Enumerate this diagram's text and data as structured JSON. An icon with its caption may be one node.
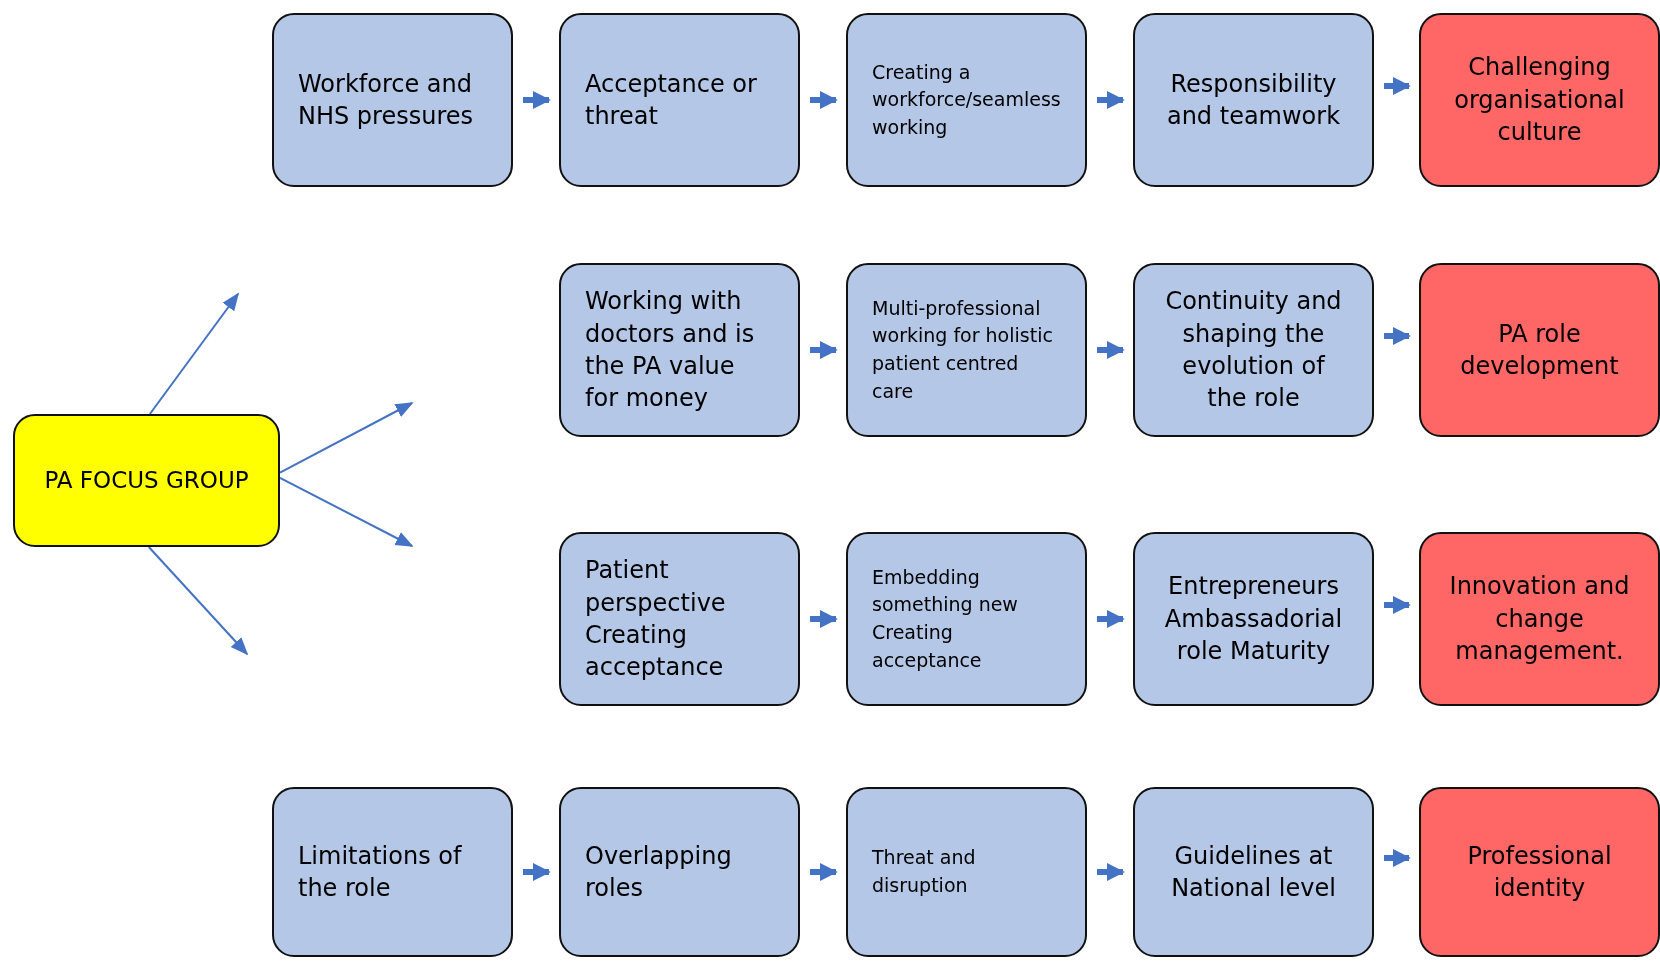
{
  "diagram": {
    "nodes": [
      {
        "text": [
          "PA FOCUS GROUP"
        ]
      },
      {
        "text": [
          "Workforce and NHS pressures"
        ]
      },
      {
        "text": [
          "Acceptance or threat"
        ]
      },
      {
        "text": [
          "Creating a workforce/seamless working"
        ]
      },
      {
        "text": [
          "Responsibility and teamwork"
        ]
      },
      {
        "text": [
          "Challenging organisational culture"
        ]
      },
      {
        "text": [
          "Working with doctors and is the PA value for money"
        ]
      },
      {
        "text": [
          "Multi-professional working for holistic patient centred care"
        ]
      },
      {
        "text": [
          "Continuity and shaping the evolution of the role"
        ]
      },
      {
        "text": [
          "PA role development"
        ]
      },
      {
        "text": [
          "Patient perspective Creating acceptance"
        ]
      },
      {
        "text": [
          "Embedding something new Creating acceptance"
        ]
      },
      {
        "text": [
          "Entrepreneurs Ambassadorial role Maturity"
        ]
      },
      {
        "text": [
          "Innovation and change management."
        ]
      },
      {
        "text": [
          "Limitations of the role"
        ]
      },
      {
        "text": [
          "Overlapping roles"
        ]
      },
      {
        "text": [
          "Threat and disruption"
        ]
      },
      {
        "text": [
          "Guidelines at National level"
        ]
      },
      {
        "text": [
          "Professional identity"
        ]
      }
    ],
    "edges": [
      {
        "from": 1,
        "to": 2,
        "arrow": "to"
      },
      {
        "from": 2,
        "to": 3,
        "arrow": "to"
      },
      {
        "from": 3,
        "to": 4,
        "arrow": "to"
      },
      {
        "from": 4,
        "to": 5,
        "arrow": "to"
      },
      {
        "from": 6,
        "to": 7,
        "arrow": "to"
      },
      {
        "from": 7,
        "to": 8,
        "arrow": "to"
      },
      {
        "from": 8,
        "to": 9,
        "arrow": "to"
      },
      {
        "from": 10,
        "to": 11,
        "arrow": "to"
      },
      {
        "from": 11,
        "to": 12,
        "arrow": "to"
      },
      {
        "from": 12,
        "to": 13,
        "arrow": "to"
      },
      {
        "from": 14,
        "to": 15,
        "arrow": "to"
      },
      {
        "from": 15,
        "to": 16,
        "arrow": "to"
      },
      {
        "from": 16,
        "to": 17,
        "arrow": "to"
      },
      {
        "from": 17,
        "to": 18,
        "arrow": "to"
      },
      {
        "from": 0,
        "to": null,
        "arrow": "to"
      },
      {
        "from": 0,
        "to": null,
        "arrow": "to"
      },
      {
        "from": 0,
        "to": null,
        "arrow": "to"
      },
      {
        "from": 0,
        "to": null,
        "arrow": "to"
      }
    ]
  }
}
